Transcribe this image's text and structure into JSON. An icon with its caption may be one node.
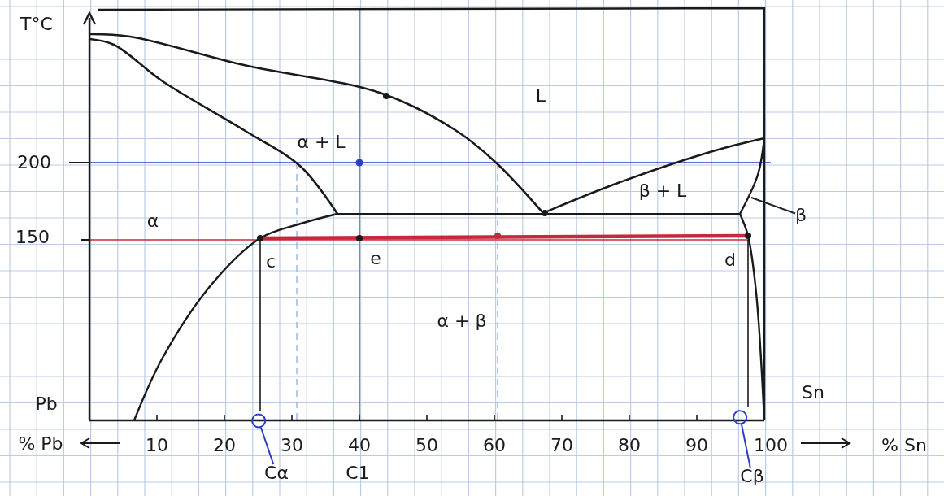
{
  "diagram": {
    "nodes": [
      {
        "text": [
          "Cα"
        ]
      },
      {
        "text": [
          "Cβ"
        ]
      },
      {
        "text": [
          "β"
        ]
      }
    ],
    "edges": [
      {
        "from": 0,
        "to": null,
        "arrow": "other",
        "color": "#2a3fc8"
      },
      {
        "from": 1,
        "to": null,
        "arrow": "other",
        "color": "#2a3fc8"
      },
      {
        "from": 2,
        "to": null,
        "arrow": "none",
        "color": "#222222"
      }
    ],
    "labels": [
      "T°C",
      "L",
      "α + L",
      "200",
      "β + L",
      "α",
      "150",
      "c",
      "e",
      "d",
      "α + β",
      "Pb",
      "Sn",
      "% Pb",
      "10",
      "20",
      "30",
      "40",
      "50",
      "60",
      "70",
      "80",
      "90",
      "100",
      "% Sn",
      "C1"
    ]
  }
}
